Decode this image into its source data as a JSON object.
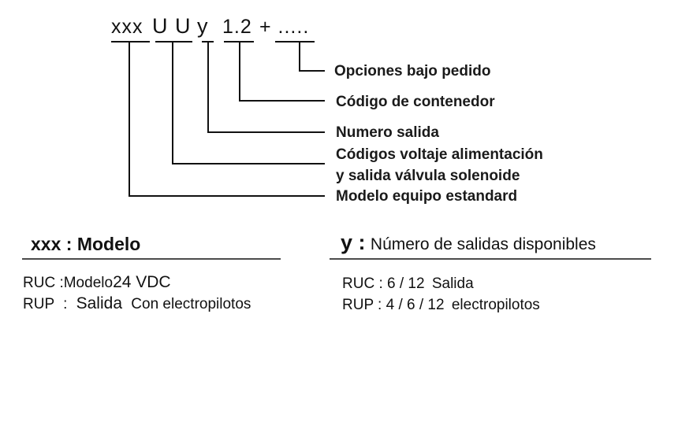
{
  "code": {
    "part_xxx": "xxx",
    "part_uu": "U U",
    "part_y": "y",
    "part_cont": "1.2",
    "part_opts": "+ ....."
  },
  "legend": {
    "opciones": "Opciones bajo pedido",
    "contenedor": "Código de contenedor",
    "salida": "Numero salida",
    "voltaje_line1": "Códigos voltaje alimentación",
    "voltaje_line2": "y salida válvula solenoide",
    "modelo": "Modelo equipo estandard"
  },
  "left_section": {
    "title_key": "xxx :",
    "title_val": "Modelo",
    "rows": [
      {
        "code": "RUC",
        "sep": ":",
        "label": "Modelo",
        "value": "24 VDC"
      },
      {
        "code": "RUP",
        "sep": ":",
        "label": "Salida",
        "value": "Con electropilotos"
      }
    ]
  },
  "right_section": {
    "title_key": "y :",
    "title_val": "Número de salidas disponibles",
    "rows": [
      {
        "code": "RUC :",
        "values": "6 / 12",
        "label": "Salida"
      },
      {
        "code": "RUP :",
        "values": "4 / 6 / 12",
        "label": "electropilotos"
      }
    ]
  }
}
